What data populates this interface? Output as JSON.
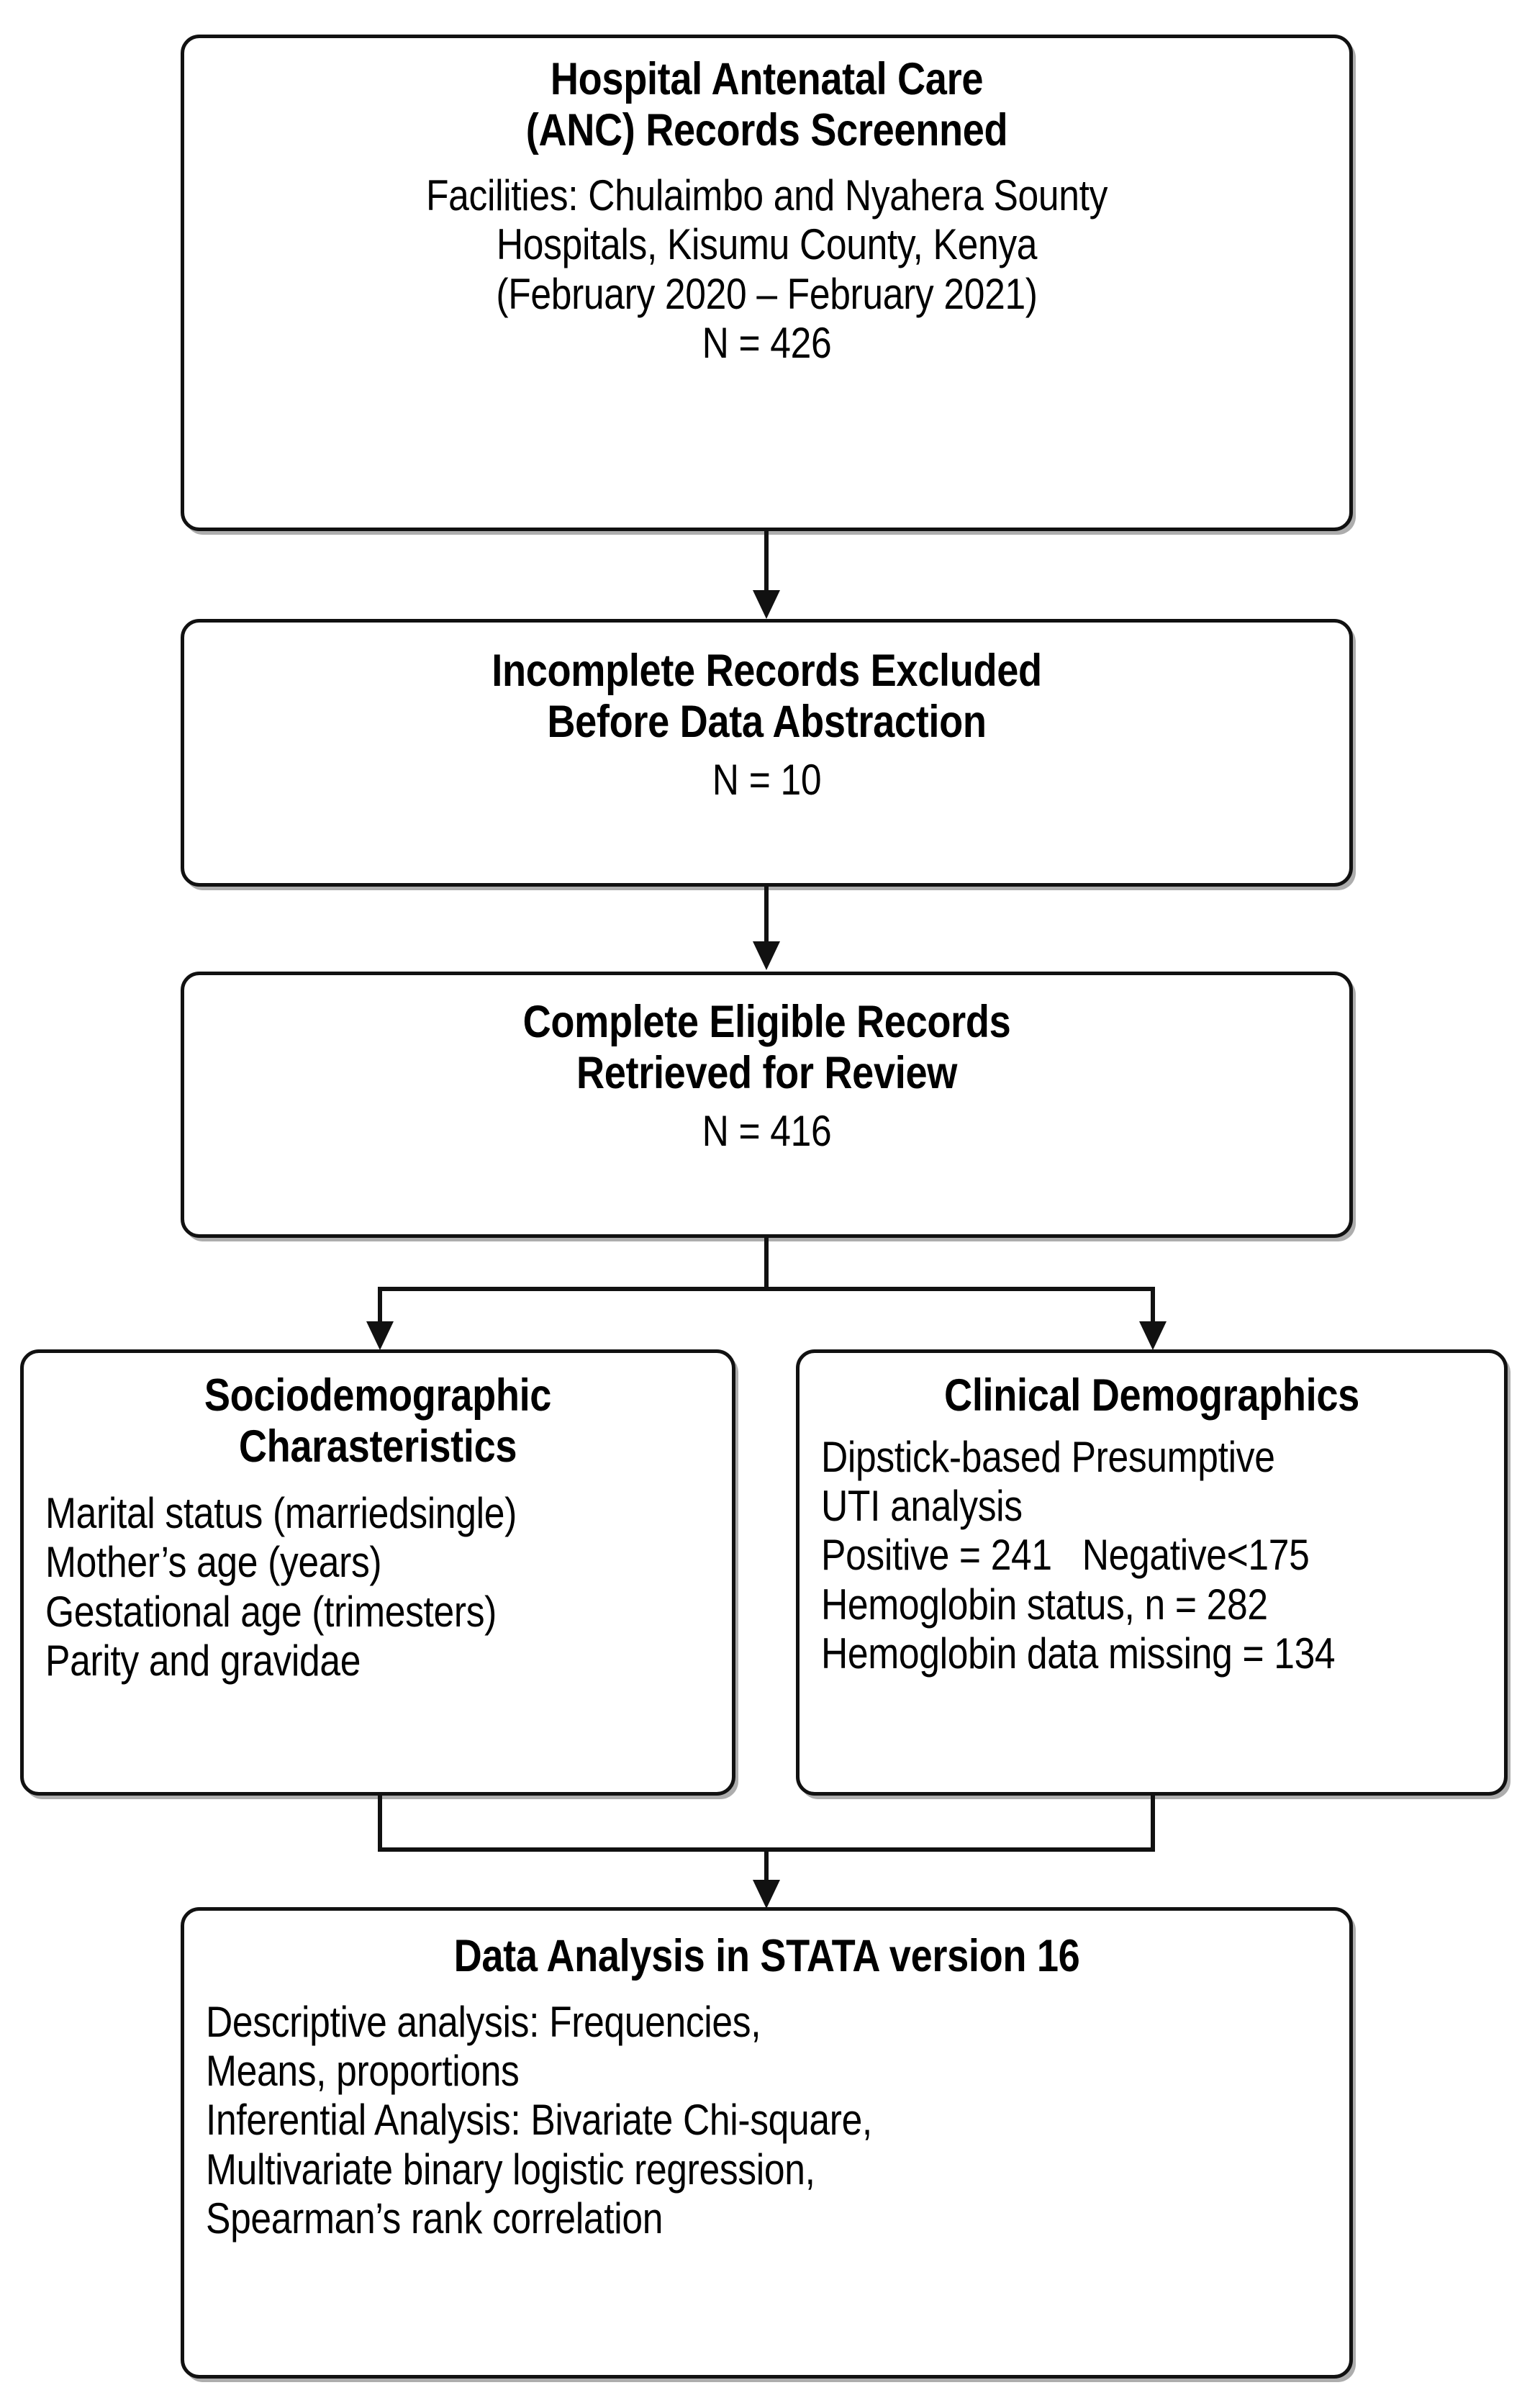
{
  "diagram": {
    "title": "Study participant selection and analysis flow diagram",
    "colors": {
      "stroke": "#111111",
      "box_fill": "#ffffff",
      "text": "#000000",
      "page_background": "#ffffff"
    }
  },
  "nodes": {
    "screened": {
      "title_line1": "Hospital Antenatal Care",
      "title_line2": "(ANC) Records Screenned",
      "body": [
        "Facilities: Chulaimbo and Nyahera Sounty",
        "Hospitals, Kisumu County, Kenya",
        "(February 2020 – February 2021)",
        "N = 426"
      ]
    },
    "excluded": {
      "title_line1": "Incomplete Records Excluded",
      "title_line2": "Before Data Abstraction",
      "body": [
        "N = 10"
      ]
    },
    "eligible": {
      "title_line1": "Complete Eligible Records",
      "title_line2": "Retrieved for Review",
      "body": [
        "N = 416"
      ]
    },
    "sociodemographic": {
      "title_line1": "Sociodemographic",
      "title_line2": "Charasteristics",
      "body": [
        "Marital status (marriedsingle)",
        "Mother’s age (years)",
        "Gestational age (trimesters)",
        "Parity and gravidae"
      ]
    },
    "clinical": {
      "title_line1": "Clinical Demographics",
      "title_line2": "",
      "body": [
        "Dipstick-based Presumptive",
        "UTI analysis",
        "Positive = 241   Negative<175",
        "Hemoglobin status, n = 282",
        "Hemoglobin data missing = 134"
      ]
    },
    "analysis": {
      "title_line1": "Data Analysis in STATA version 16",
      "title_line2": "",
      "body": [
        "Descriptive analysis: Frequencies,",
        "Means, proportions",
        "Inferential Analysis: Bivariate Chi-square,",
        "Multivariate binary logistic regression,",
        "Spearman’s rank correlation"
      ]
    }
  },
  "chart_data": {
    "type": "flowchart",
    "title": "Hospital Antenatal Care (ANC) records screening and analysis flow",
    "counts": {
      "records_screened": 426,
      "incomplete_records_excluded": 10,
      "complete_eligible_records": 416,
      "uti_positive": 241,
      "uti_negative": 175,
      "hemoglobin_status_n": 282,
      "hemoglobin_data_missing": 134
    },
    "study_period": "February 2020 – February 2021",
    "facilities": "Chulaimbo and Nyahera Sounty Hospitals, Kisumu County, Kenya",
    "software": "STATA version 16",
    "nodes": [
      "Hospital Antenatal Care (ANC) Records Screenned",
      "Incomplete Records Excluded Before Data Abstraction",
      "Complete Eligible Records Retrieved for Review",
      "Sociodemographic Charasteristics",
      "Clinical Demographics",
      "Data Analysis in STATA version 16"
    ],
    "edges": [
      [
        "Hospital Antenatal Care (ANC) Records Screenned",
        "Incomplete Records Excluded Before Data Abstraction"
      ],
      [
        "Incomplete Records Excluded Before Data Abstraction",
        "Complete Eligible Records Retrieved for Review"
      ],
      [
        "Complete Eligible Records Retrieved for Review",
        "Sociodemographic Charasteristics"
      ],
      [
        "Complete Eligible Records Retrieved for Review",
        "Clinical Demographics"
      ],
      [
        "Sociodemographic Charasteristics",
        "Data Analysis in STATA version 16"
      ],
      [
        "Clinical Demographics",
        "Data Analysis in STATA version 16"
      ]
    ]
  }
}
